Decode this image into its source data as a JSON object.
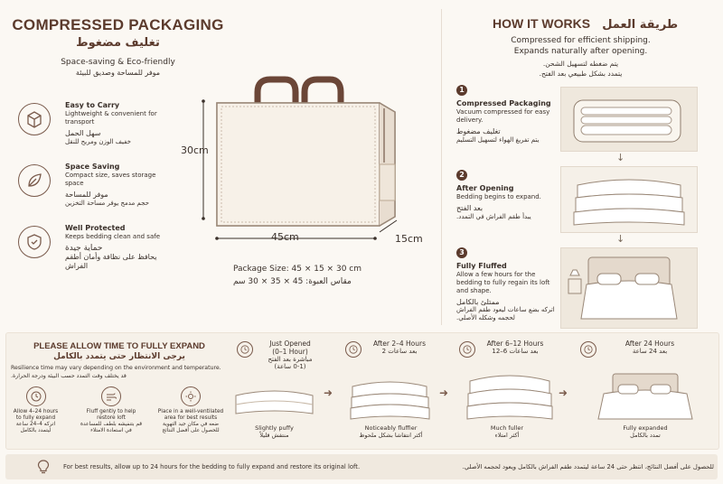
{
  "left": {
    "title": "COMPRESSED PACKAGING",
    "title_ar": "تغليف مضغوط",
    "subtitle": "Space-saving & Eco-friendly",
    "subtitle_ar": "موفر للمساحة وصديق للبيئة",
    "features": [
      {
        "title": "Easy to Carry",
        "desc": "Lightweight & convenient for transport",
        "title_ar": "سهل الحمل",
        "desc_ar": "خفيف الوزن ومريح للنقل",
        "icon": "box-icon"
      },
      {
        "title": "Space Saving",
        "desc": "Compact size, saves storage space",
        "title_ar": "موفر للمساحة",
        "desc_ar": "حجم مدمج يوفر مساحة التخزين",
        "icon": "leaf-icon"
      },
      {
        "title": "Well Protected",
        "desc": "Keeps bedding clean and safe",
        "title_ar": "حماية جيدة",
        "desc_ar": "يحافظ على نظافة وأمان أطقم الفراش",
        "icon": "shield-icon"
      }
    ],
    "dimensions": {
      "height": "30cm",
      "width": "45cm",
      "depth": "15cm"
    },
    "package_size": "Package Size: 45 × 15 × 30 cm",
    "package_size_ar": "مقاس العبوة: 45 × 35 × 30 سم"
  },
  "right": {
    "title": "HOW IT WORKS",
    "title_ar": "طريقة العمل",
    "intro_1": "Compressed for efficient shipping.",
    "intro_2": "Expands naturally after opening.",
    "intro_ar_1": "يتم ضغطه لتسهيل الشحن.",
    "intro_ar_2": "يتمدد بشكل طبيعي بعد الفتح.",
    "steps": [
      {
        "num": "1",
        "title": "Compressed Packaging",
        "desc": "Vacuum compressed for easy delivery.",
        "title_ar": "تغليف مضغوط",
        "desc_ar": "يتم تفريغ الهواء لتسهيل التسليم"
      },
      {
        "num": "2",
        "title": "After Opening",
        "desc": "Bedding begins to expand.",
        "title_ar": "بعد الفتح",
        "desc_ar": "يبدأ طقم الفراش في التمدد."
      },
      {
        "num": "3",
        "title": "Fully Fluffed",
        "desc": "Allow a few hours for the bedding to fully regain its loft and shape.",
        "title_ar": "ممتلئ بالكامل",
        "desc_ar": "اتركه بضع ساعات ليعود طقم الفراش لحجمه وشكله الأصلي."
      }
    ]
  },
  "bottom": {
    "title": "PLEASE ALLOW TIME TO FULLY EXPAND",
    "title_ar": "يرجى الانتظار حتى يتمدد بالكامل",
    "note": "Resilience time may vary depending on the environment and temperature.",
    "note_ar": "قد يختلف وقت التمدد حسب البيئة ودرجة الحرارة.",
    "tips": [
      {
        "text": "Allow 4–24 hours to fully expand",
        "text_ar": "اتركه 4–24 ساعة ليتمدد بالكامل",
        "icon": "clock-icon"
      },
      {
        "text": "Fluff gently to help restore loft",
        "text_ar": "قم بتنفيشه بلطف للمساعدة في استعادة الامتلاء",
        "icon": "wind-icon"
      },
      {
        "text": "Place in a well-ventilated area for best results",
        "text_ar": "ضعه في مكان جيد التهوية للحصول على أفضل النتائج",
        "icon": "sun-icon"
      }
    ],
    "stages": [
      {
        "time": "Just Opened",
        "time2": "(0–1 Hour)",
        "time_ar": "مباشرة بعد الفتح",
        "time_ar2": "(0-1 ساعة)",
        "caption": "Slightly puffy",
        "caption_ar": "منتفش قليلاً"
      },
      {
        "time": "After 2–4 Hours",
        "time2": "",
        "time_ar": "بعد ساعات 2",
        "time_ar2": "",
        "caption": "Noticeably fluffier",
        "caption_ar": "أكثر انتفاشا بشكل ملحوظ"
      },
      {
        "time": "After 6–12 Hours",
        "time2": "",
        "time_ar": "بعد ساعات 6–12",
        "time_ar2": "",
        "caption": "Much fuller",
        "caption_ar": "أكثر امتلاء"
      },
      {
        "time": "After 24 Hours",
        "time2": "",
        "time_ar": "بعد 24 ساعة",
        "time_ar2": "",
        "caption": "Fully expanded",
        "caption_ar": "تمدد بالكامل"
      }
    ]
  },
  "footer": {
    "text": "For best results, allow up to 24 hours for the bedding to fully expand and restore its original loft.",
    "text_ar": "للحصول على أفضل النتائج، انتظر حتى 24 ساعة ليتمدد طقم الفراش بالكامل ويعود لحجمه الأصلي."
  },
  "colors": {
    "accent": "#5b3a2c",
    "background": "#fbf8f3",
    "panel": "#f3ede4"
  }
}
